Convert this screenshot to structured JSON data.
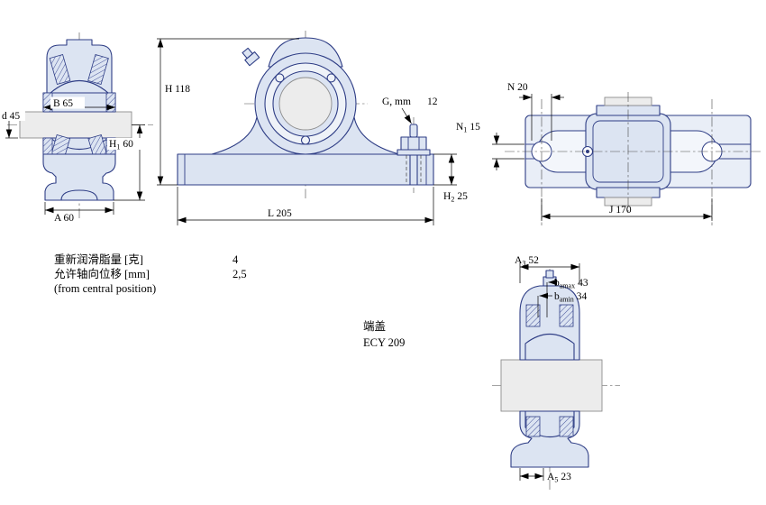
{
  "drawing_title": "SKF plummer block bearing unit dimensional drawing",
  "colors": {
    "outline": "#2e3d85",
    "fill": "#dce4f2",
    "fill-light": "#eef2f8",
    "fill-paler": "#f3f6fb",
    "base-fill": "#e9eef7",
    "shaft-fill": "#ececec"
  },
  "dimensions": {
    "B": "B 65",
    "d": "d 45",
    "H1_base": "H",
    "H1_sub": "1",
    "H1_val": "60",
    "A": "A 60",
    "H": "H 118",
    "G_label": "G, mm",
    "G_val": "12",
    "H2_base": "H",
    "H2_sub": "2",
    "H2_val": "25",
    "L": "L 205",
    "N": "N 20",
    "N1_base": "N",
    "N1_sub": "1",
    "N1_val": "15",
    "J": "J 170",
    "A3_base": "A",
    "A3_sub": "3",
    "A3_val": "52",
    "bamax_base": "b",
    "bamax_sub": "amax",
    "bamax_val": "43",
    "bamin_base": "b",
    "bamin_sub": "amin",
    "bamin_val": "34",
    "A5_base": "A",
    "A5_sub": "5",
    "A5_val": "23"
  },
  "notes": {
    "regrease_label": "重新润滑脂量 [克]",
    "regrease_value": "4",
    "axial_label": "允许轴向位移 [mm]",
    "axial_value": "2,5",
    "axial_note": "(from central position)",
    "endcover_label": "端盖",
    "endcover_value": "ECY 209"
  }
}
